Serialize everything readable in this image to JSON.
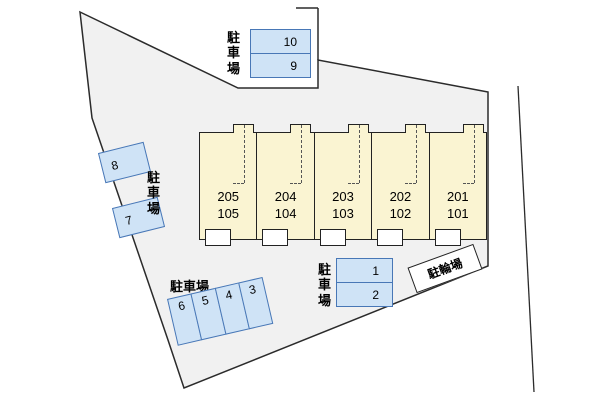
{
  "colors": {
    "site_fill": "#f1f1f1",
    "outline": "#2b2b2b",
    "building_fill": "#faf4d2",
    "stall_fill": "#cfe3f6",
    "stall_border": "#4877b6"
  },
  "building": {
    "units": [
      {
        "upper": "205",
        "lower": "105"
      },
      {
        "upper": "204",
        "lower": "104"
      },
      {
        "upper": "203",
        "lower": "103"
      },
      {
        "upper": "202",
        "lower": "102"
      },
      {
        "upper": "201",
        "lower": "101"
      }
    ]
  },
  "parking": {
    "top": {
      "label": "駐車場",
      "stalls": [
        "10",
        "9"
      ]
    },
    "left": {
      "label": "駐車場",
      "stalls": [
        "8",
        "7"
      ]
    },
    "bottom_left": {
      "label": "駐車場",
      "stalls": [
        "6",
        "5",
        "4",
        "3"
      ]
    },
    "bottom_center": {
      "label": "駐車場",
      "stalls": [
        "1",
        "2"
      ]
    },
    "bicycle": {
      "label": "駐輪場"
    }
  }
}
